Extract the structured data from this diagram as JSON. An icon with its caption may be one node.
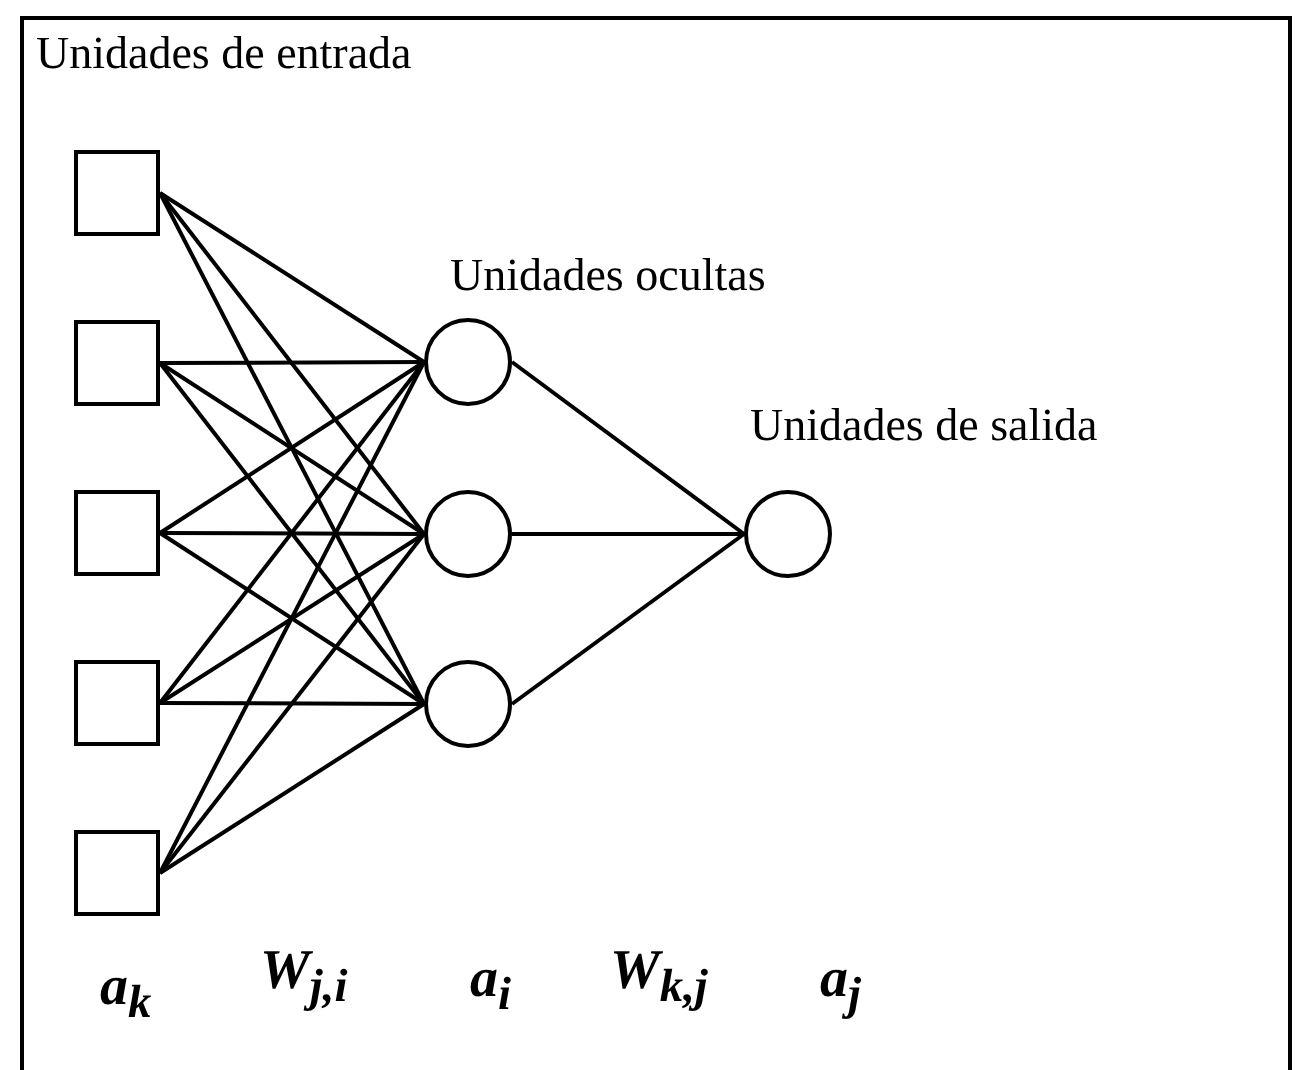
{
  "diagram": {
    "nodes": [
      {
        "text": [],
        "shape": "box"
      },
      {
        "text": [],
        "shape": "box"
      },
      {
        "text": [],
        "shape": "box"
      },
      {
        "text": [],
        "shape": "box"
      },
      {
        "text": [],
        "shape": "box"
      },
      {
        "text": [],
        "shape": "circle"
      },
      {
        "text": [],
        "shape": "circle"
      },
      {
        "text": [],
        "shape": "circle"
      },
      {
        "text": [],
        "shape": "circle"
      }
    ],
    "edges": [
      {
        "from": 0,
        "to": 5,
        "arrow": "none"
      },
      {
        "from": 0,
        "to": 6,
        "arrow": "none"
      },
      {
        "from": 0,
        "to": 7,
        "arrow": "none"
      },
      {
        "from": 1,
        "to": 5,
        "arrow": "none"
      },
      {
        "from": 1,
        "to": 6,
        "arrow": "none"
      },
      {
        "from": 1,
        "to": 7,
        "arrow": "none"
      },
      {
        "from": 2,
        "to": 5,
        "arrow": "none"
      },
      {
        "from": 2,
        "to": 6,
        "arrow": "none"
      },
      {
        "from": 2,
        "to": 7,
        "arrow": "none"
      },
      {
        "from": 3,
        "to": 5,
        "arrow": "none"
      },
      {
        "from": 3,
        "to": 6,
        "arrow": "none"
      },
      {
        "from": 3,
        "to": 7,
        "arrow": "none"
      },
      {
        "from": 4,
        "to": 5,
        "arrow": "none"
      },
      {
        "from": 4,
        "to": 6,
        "arrow": "none"
      },
      {
        "from": 4,
        "to": 7,
        "arrow": "none"
      },
      {
        "from": 5,
        "to": 8,
        "arrow": "none"
      },
      {
        "from": 6,
        "to": 8,
        "arrow": "none"
      },
      {
        "from": 7,
        "to": 8,
        "arrow": "none"
      }
    ],
    "labels": [
      "Unidades de entrada",
      "Unidades ocultas",
      "Unidades de salida",
      "a$_{k}$",
      "W$_{j,i}$",
      "a$_{i}$",
      "W$_{k,j}$",
      "a$_{j}$"
    ]
  }
}
